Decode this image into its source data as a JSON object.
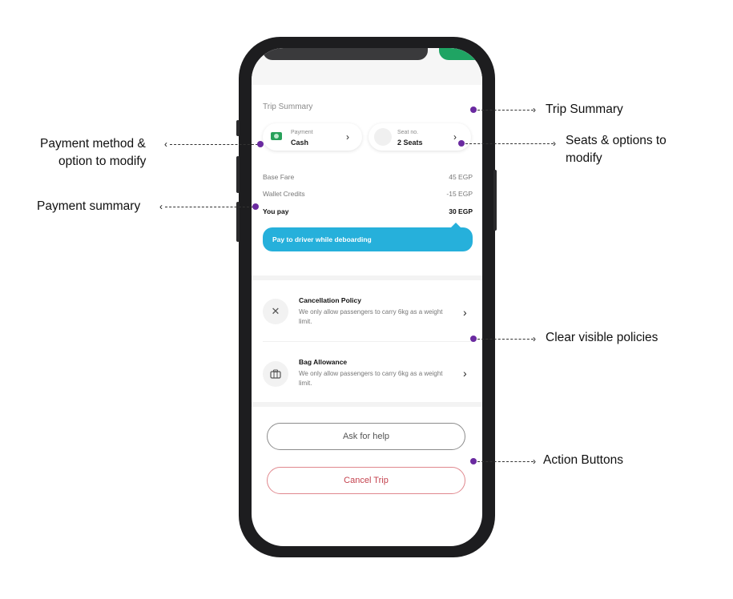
{
  "trip_summary": {
    "title": "Trip Summary",
    "payment": {
      "label": "Payment",
      "value": "Cash",
      "icon": "cash-icon"
    },
    "seats": {
      "label": "Seat no.",
      "value": "2 Seats"
    }
  },
  "fares": [
    {
      "label": "Base Fare",
      "value": "45 EGP"
    },
    {
      "label": "Wallet Credits",
      "value": "-15 EGP"
    },
    {
      "label": "You pay",
      "value": "30 EGP"
    }
  ],
  "banner": "Pay to driver while deboarding",
  "policies": [
    {
      "title": "Cancellation Policy",
      "description": "We only allow passengers to carry 6kg as a weight limit.",
      "icon": "close-icon"
    },
    {
      "title": "Bag Allowance",
      "description": "We only allow passengers to carry 6kg as a weight limit.",
      "icon": "briefcase-icon"
    }
  ],
  "actions": {
    "help": "Ask for help",
    "cancel": "Cancel Trip"
  },
  "annotations": {
    "trip_summary": "Trip Summary",
    "payment_method_line1": "Payment method &",
    "payment_method_line2": "option to modify",
    "seats_line1": "Seats & options to",
    "seats_line2": "modify",
    "payment_summary": "Payment summary",
    "policies": "Clear visible policies",
    "actions": "Action Buttons"
  },
  "colors": {
    "accent_purple": "#6a2aa0",
    "banner_blue": "#26b0db",
    "cash_green": "#27a05a",
    "cancel_red": "#c4424e"
  }
}
